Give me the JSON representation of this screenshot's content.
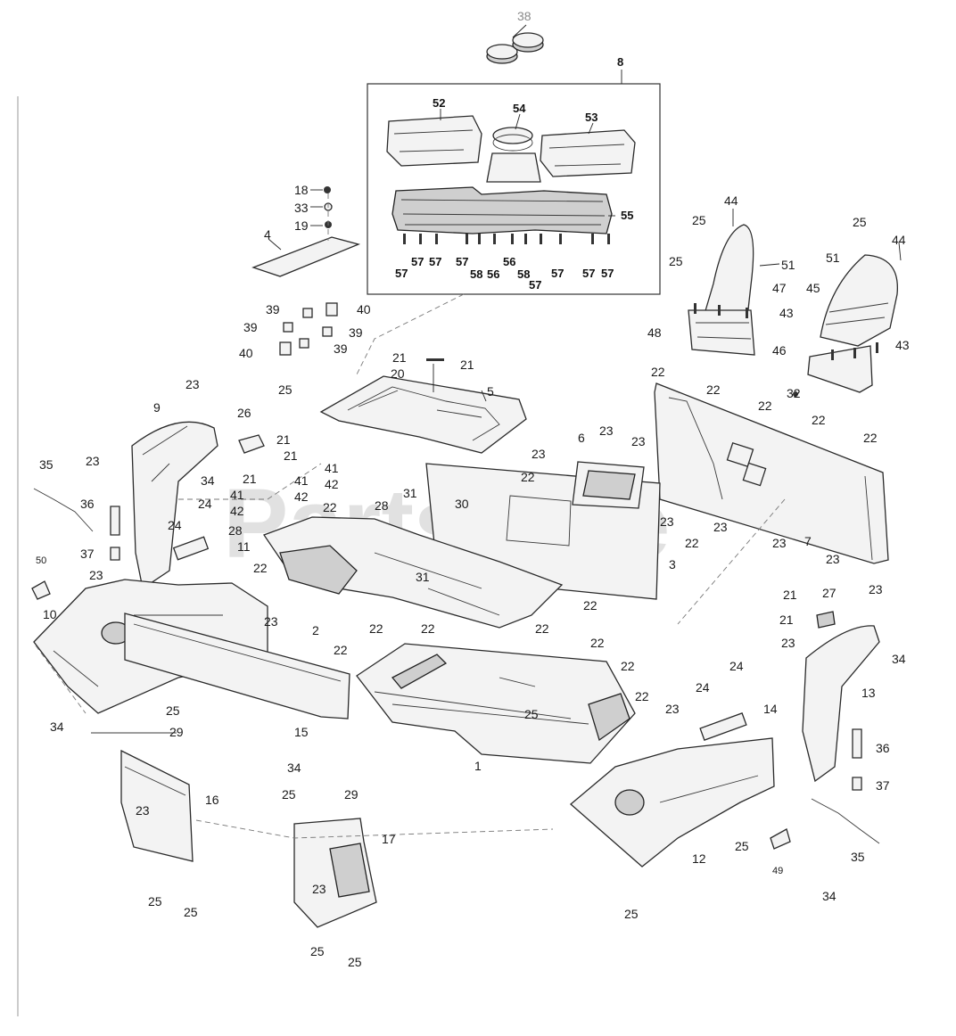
{
  "watermark": {
    "text": "PartsTree",
    "tm": "TM"
  },
  "subassembly": {
    "id": "8"
  },
  "labels": {
    "n38": "38",
    "n8": "8",
    "n52": "52",
    "n54": "54",
    "n53": "53",
    "n55": "55",
    "n57a": "57",
    "n57b": "57",
    "n57c": "57",
    "n57d": "57",
    "n57e": "57",
    "n57f": "57",
    "n57g": "57",
    "n57h": "57",
    "n56a": "56",
    "n56b": "56",
    "n58a": "58",
    "n58b": "58",
    "n18": "18",
    "n33": "33",
    "n19": "19",
    "n4": "4",
    "n39a": "39",
    "n39b": "39",
    "n39c": "39",
    "n39d": "39",
    "n40a": "40",
    "n40b": "40",
    "n44a": "44",
    "n25a": "25",
    "n25b": "25",
    "n51a": "51",
    "n47": "47",
    "n43a": "43",
    "n48": "48",
    "n25c": "25",
    "n44b": "44",
    "n51b": "51",
    "n45": "45",
    "n46": "46",
    "n43b": "43",
    "n21a": "21",
    "n20": "20",
    "n21b": "21",
    "n25d": "25",
    "n5": "5",
    "n23a": "23",
    "n9": "9",
    "n26": "26",
    "n21c": "21",
    "n21d": "21",
    "n23b": "23",
    "n34a": "34",
    "n35a": "35",
    "n36a": "36",
    "n24a": "24",
    "n37a": "37",
    "n23c": "23",
    "n50": "50",
    "n10": "10",
    "n41a": "41",
    "n42a": "42",
    "n21e": "21",
    "n41b": "41",
    "n42b": "42",
    "n41c": "41",
    "n42c": "42",
    "n28a": "28",
    "n28b": "28",
    "n11": "11",
    "n24b": "24",
    "n22a": "22",
    "n31a": "31",
    "n30": "30",
    "n23d": "23",
    "n22b": "22",
    "n6": "6",
    "n23e": "23",
    "n23f": "23",
    "n22c": "22",
    "n22d": "22",
    "n22e": "22",
    "n32": "32",
    "n22f": "22",
    "n22g": "22",
    "n23g": "23",
    "n22h": "22",
    "n3": "3",
    "n23h": "23",
    "n23i": "23",
    "n7": "7",
    "n23j": "23",
    "n22i": "22",
    "n2": "2",
    "n31b": "31",
    "n22j": "22",
    "n23k": "23",
    "n22k": "22",
    "n22l": "22",
    "n22m": "22",
    "n22n": "22",
    "n22o": "22",
    "n22p": "22",
    "n22q": "22",
    "n21f": "21",
    "n27": "27",
    "n23l": "23",
    "n21g": "21",
    "n23m": "23",
    "n34b": "34",
    "n13": "13",
    "n24c": "24",
    "n24d": "24",
    "n23n": "23",
    "n14": "14",
    "n25e": "25",
    "n15": "15",
    "n1": "1",
    "n25f": "25",
    "n29a": "29",
    "n34c": "34",
    "n16": "16",
    "n23o": "23",
    "n25g": "25",
    "n25h": "25",
    "n34d": "34",
    "n25i": "25",
    "n29b": "29",
    "n17": "17",
    "n23p": "23",
    "n25j": "25",
    "n25k": "25",
    "n36b": "36",
    "n37b": "37",
    "n35b": "35",
    "n12": "12",
    "n25l": "25",
    "n49": "49",
    "n34e": "34",
    "n25m": "25"
  }
}
